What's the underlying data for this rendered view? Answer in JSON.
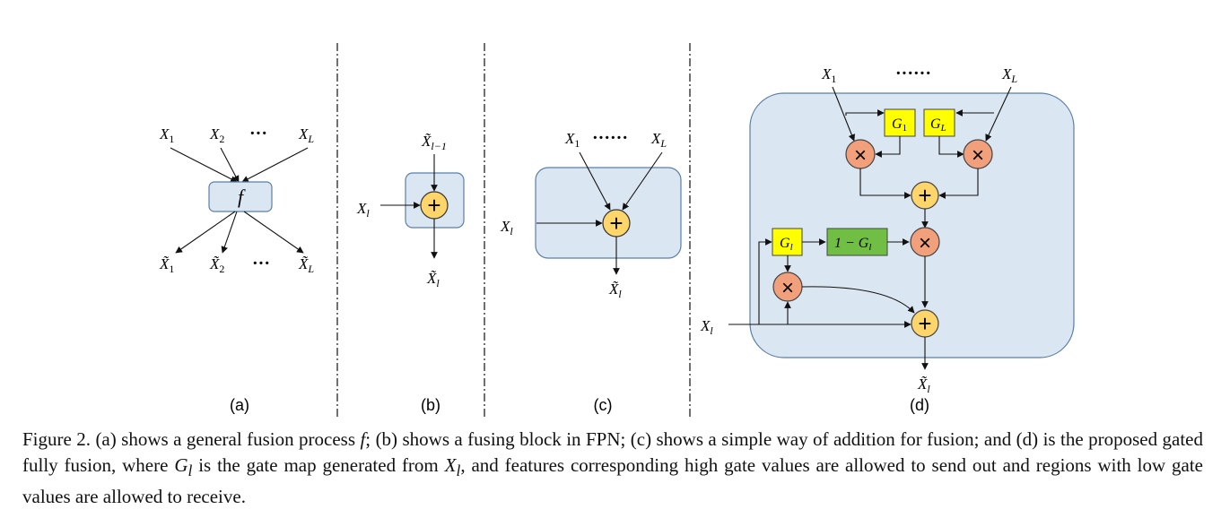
{
  "panels": {
    "a": {
      "label": "(a)",
      "inputs": [
        "X",
        "X",
        "X"
      ],
      "input_subs": [
        "1",
        "2",
        "L"
      ],
      "dots": "···",
      "block": "f",
      "outputs": [
        "X̃",
        "X̃",
        "X̃"
      ],
      "output_subs": [
        "1",
        "2",
        "L"
      ]
    },
    "b": {
      "label": "(b)",
      "top_input": "X̃",
      "top_input_sub": "l−1",
      "left_input": "X",
      "left_input_sub": "l",
      "op": "+",
      "output": "X̃",
      "output_sub": "l"
    },
    "c": {
      "label": "(c)",
      "inputs": [
        "X",
        "X"
      ],
      "input_subs": [
        "1",
        "L"
      ],
      "dots": "······",
      "left_input": "X",
      "left_input_sub": "l",
      "op": "+",
      "output": "X̃",
      "output_sub": "l"
    },
    "d": {
      "label": "(d)",
      "inputs": [
        "X",
        "X"
      ],
      "input_subs": [
        "1",
        "L"
      ],
      "dots": "······",
      "gate_1": "G",
      "gate_1_sub": "1",
      "gate_L": "G",
      "gate_L_sub": "L",
      "gate_l": "G",
      "gate_l_sub": "l",
      "one_minus": "1 − G",
      "one_minus_sub": "l",
      "mul": "×",
      "add": "+",
      "left_input": "X",
      "left_input_sub": "l",
      "output": "X̃",
      "output_sub": "l"
    }
  },
  "colors": {
    "block_fill": "#dbe6f3",
    "block_stroke": "#5b7fa6",
    "add_fill": "#fdd56a",
    "mul_fill": "#f2a07b",
    "gate_fill": "#ffff00",
    "one_minus_fill": "#70bf44"
  },
  "caption": {
    "p1": "Figure 2. (a) shows a general fusion process ",
    "f": "f",
    "p2": "; (b) shows a fusing block in FPN; (c) shows a simple way of addition for fusion; and (d) is the proposed gated fully fusion, where ",
    "g": "G",
    "g_sub": "l",
    "p3": " is the gate map generated from ",
    "x": "X",
    "x_sub": "l",
    "p4": ", and features corresponding high gate values are allowed to send out and regions with low gate values are allowed to receive."
  }
}
